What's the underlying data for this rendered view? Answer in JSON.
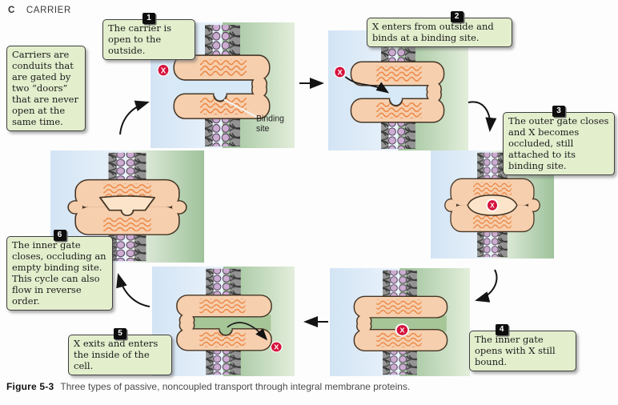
{
  "header": {
    "section_letter": "C",
    "section_title": "CARRIER"
  },
  "sidenote": {
    "text": "Carriers are conduits that are gated by two “doors” that are never open at the same time."
  },
  "steps": [
    {
      "number": "1",
      "text": "The carrier is open to the outside."
    },
    {
      "number": "2",
      "text": "X enters from outside and binds at a binding site."
    },
    {
      "number": "3",
      "text": "The outer gate closes and X becomes occluded, still attached to its binding site."
    },
    {
      "number": "4",
      "text": "The inner gate opens with X still bound."
    },
    {
      "number": "5",
      "text": "X exits and enters the inside of the cell."
    },
    {
      "number": "6",
      "text": "The inner gate closes, occluding an empty binding site.  This cycle can also flow in reverse order."
    }
  ],
  "diagram": {
    "solute_symbol": "X",
    "binding_site_label_line1": "Binding",
    "binding_site_label_line2": "site"
  },
  "figure_caption": {
    "label": "Figure 5-3",
    "text": "Three types of passive, noncoupled transport through integral membrane proteins."
  },
  "colors": {
    "callout_bg": "#e3eecd",
    "callout_border": "#3e3e3e",
    "solute_red": "#d5123c",
    "carrier_peach": "#f6cfae",
    "carrier_pocket": "#fbe4ca",
    "squiggle_orange": "#ec8440",
    "lipid_head_purple": "#ccadd1",
    "membrane_gray": "#939393",
    "outside_blue": "#d3e4f4",
    "inside_green": "#9ec29a"
  }
}
